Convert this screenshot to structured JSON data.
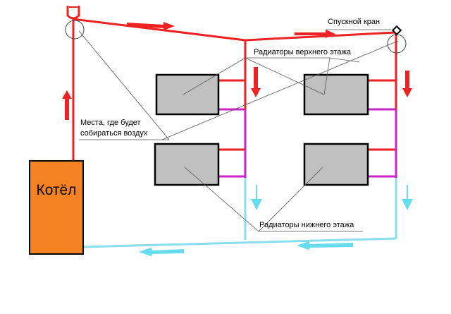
{
  "labels": {
    "drain_valve": "Спускной кран",
    "upper_radiators": "Радиаторы верхнего этажа",
    "air_places_line1": "Места, где будет",
    "air_places_line2": "собираться воздух",
    "lower_radiators": "Радиаторы нижнего этажа",
    "boiler": "Котёл"
  },
  "colors": {
    "hot_pipe": "#ee2222",
    "warm_pipe": "#cc22cc",
    "cold_pipe": "#88ddee",
    "boiler_fill": "#f58220",
    "radiator_fill": "#c0c0c0",
    "flow_arrow_hot": "#ee2222",
    "flow_arrow_cold": "#66ddee"
  }
}
